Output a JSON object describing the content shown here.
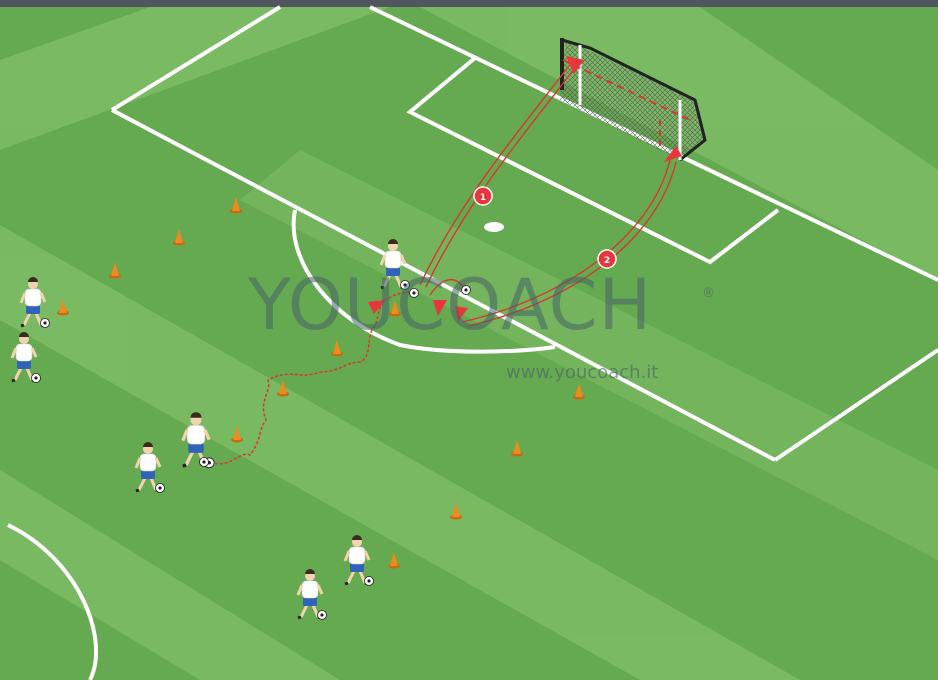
{
  "watermark": {
    "logo_text": "YOUCOACH",
    "registered_mark": "®",
    "url": "www.youcoach.it"
  },
  "drill": {
    "shot_1_label": "1",
    "shot_2_label": "2"
  },
  "colors": {
    "pitch_dark": "#5fa54a",
    "pitch_light": "#75b65e",
    "lines": "#ffffff",
    "cone": "#f08a1c",
    "path": "#d8362e",
    "badge": "#e8363a",
    "jersey": "#ffffff",
    "shorts": "#2f62b8"
  },
  "icons": [
    "cone-icon",
    "player-icon",
    "ball-icon",
    "goal-icon"
  ]
}
